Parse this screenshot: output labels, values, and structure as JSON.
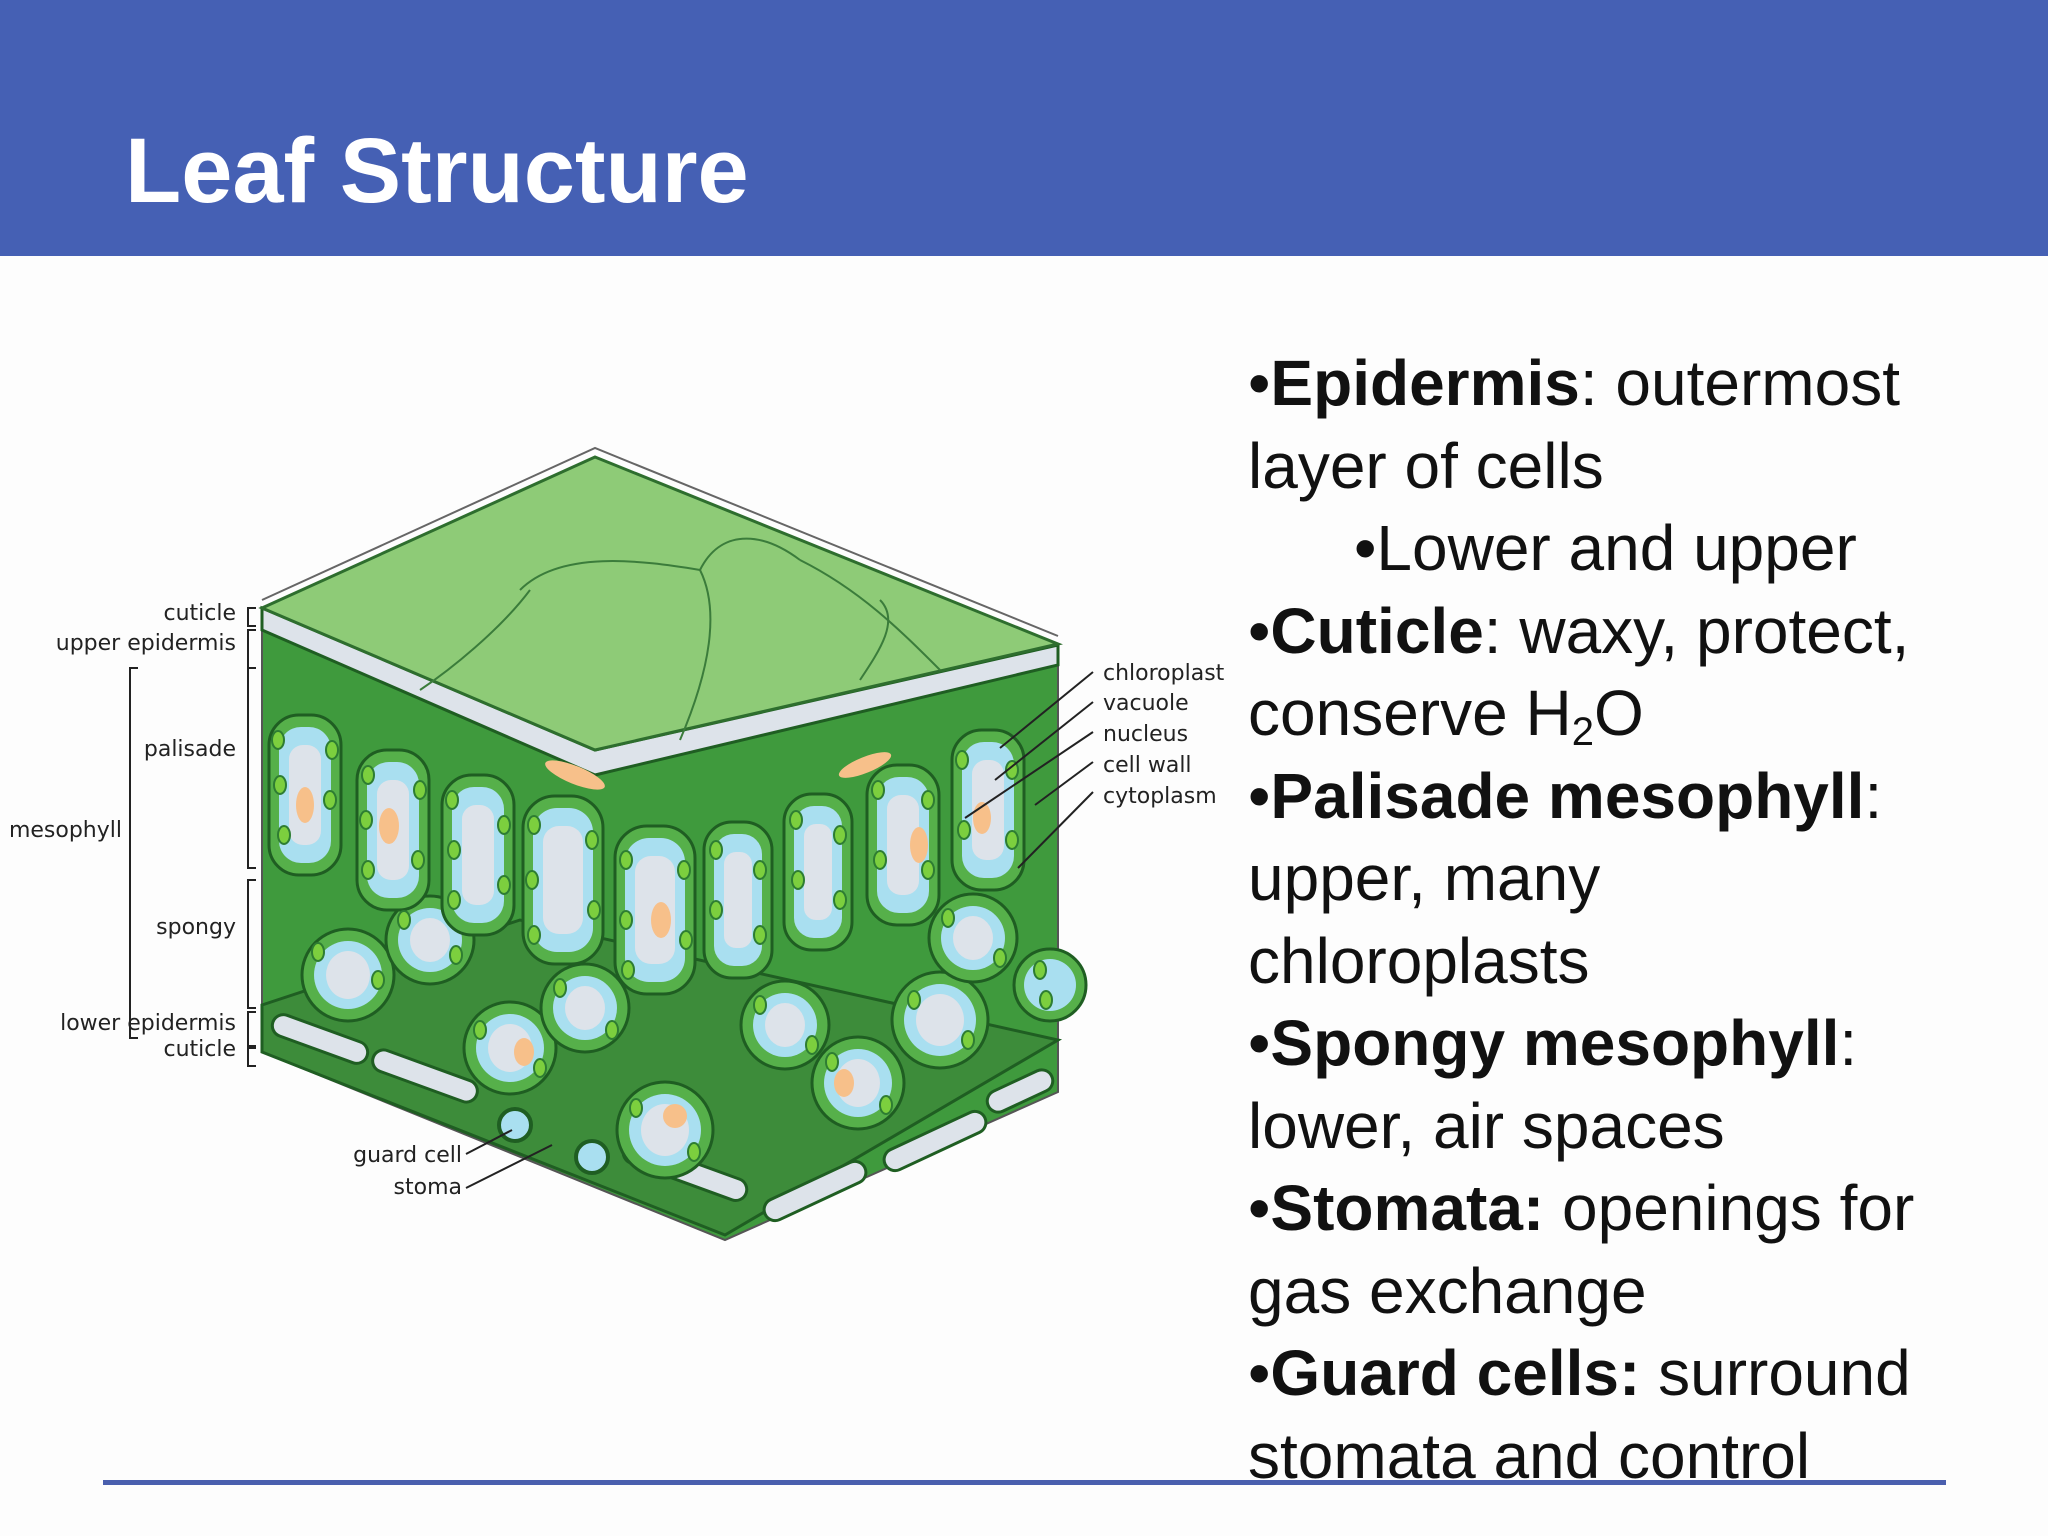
{
  "slide": {
    "title": "Leaf Structure"
  },
  "diagram": {
    "left_labels": {
      "cuticle_top": "cuticle",
      "upper_epidermis": "upper epidermis",
      "palisade": "palisade",
      "mesophyll": "mesophyll",
      "spongy": "spongy",
      "lower_epidermis": "lower epidermis",
      "cuticle_bottom": "cuticle",
      "guard_cell": "guard cell",
      "stoma": "stoma"
    },
    "right_labels": {
      "chloroplast": "chloroplast",
      "vacuole": "vacuole",
      "nucleus": "nucleus",
      "cell_wall": "cell wall",
      "cytoplasm": "cytoplasm"
    }
  },
  "bullets": {
    "b1_term": "Epidermis",
    "b1_rest": ": outermost",
    "b1_cont": "layer of cells",
    "b1_sub": "Lower and upper",
    "b2_term": "Cuticle",
    "b2_rest": ": waxy, protect,",
    "b2_cont_a": "conserve H",
    "b2_cont_sub": "2",
    "b2_cont_b": "O",
    "b3_term": "Palisade mesophyll",
    "b3_rest": ":",
    "b3_cont1": "upper, many",
    "b3_cont2": "chloroplasts",
    "b4_term": "Spongy mesophyll",
    "b4_rest": ":",
    "b4_cont": "lower, air spaces",
    "b5_term": "Stomata:",
    "b5_rest": " openings for",
    "b5_cont": "gas exchange",
    "b6_term": "Guard cells:",
    "b6_rest": " surround",
    "b6_cont": "stomata and control"
  },
  "colors": {
    "header": "#4560b4",
    "rule": "#4a5fae",
    "leaf_top": "#8ecb77",
    "cell_green": "#56b04a",
    "cell_dark": "#2e7d32",
    "vacuole": "#dde3ea",
    "cytoplasm": "#a9dff0",
    "nucleus": "#f7c08a"
  }
}
